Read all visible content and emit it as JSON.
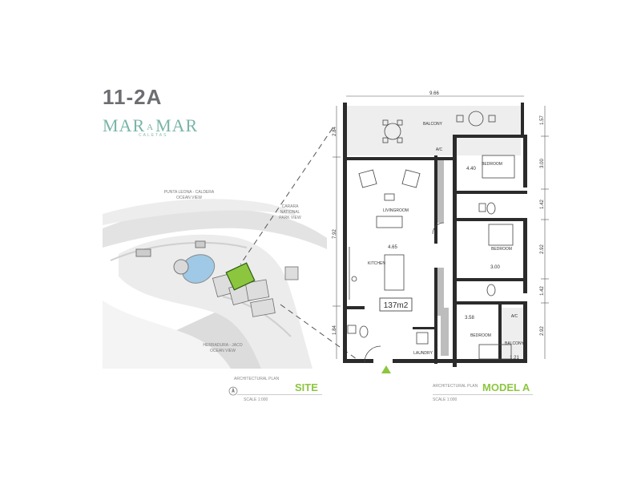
{
  "header": {
    "unit_code": "11-2A",
    "logo_left": "MAR",
    "logo_mid": "A",
    "logo_right": "MAR",
    "logo_sub": "CALETAS"
  },
  "site_map": {
    "labels": {
      "north": "PUNTA LEONA - CALDERA",
      "north2": "OCEAN VIEW",
      "east": "CARARA",
      "east2": "NATIONAL",
      "east3": "PARK VIEW",
      "south": "HERRADURA - JACO",
      "south2": "OCEAN VIEW"
    },
    "highlight_color": "#8cc63f"
  },
  "floor_plan": {
    "rooms": {
      "balcony_top": "BALCONY",
      "ac_top": "A/C",
      "bedroom_top": "BEDROOM",
      "living": "LIVINGROOM",
      "bedroom_mid": "BEDROOM",
      "kitchen": "KITCHEN",
      "bedroom_bottom": "BEDROOM",
      "ac_bottom": "A/C",
      "balcony_bottom": "BALCONY",
      "laundry": "LAUNDRY"
    },
    "area": "137m2",
    "dimensions": {
      "total_width": "9.66",
      "left_top": "2.84",
      "left_mid": "7.92",
      "left_bottom": "1.84",
      "right_1": "1.57",
      "right_2": "3.00",
      "right_3": "1.42",
      "right_4": "2.92",
      "right_5": "1.42",
      "right_6": "2.92",
      "bed_top_w": "4.40",
      "living_w": "4.65",
      "bed_mid_w": "3.00",
      "bed_bottom_w": "3.58",
      "balcony_bottom_w": "1.21"
    },
    "accent_color": "#8cc63f"
  },
  "footer": {
    "site_plan_label": "ARCHITECTURAL PLAN",
    "site_scale": "SCALE 1:000",
    "site_title": "SITE",
    "model_plan_label": "ARCHITECTURAL PLAN",
    "model_scale": "SCALE 1:000",
    "model_title": "MODEL A"
  }
}
